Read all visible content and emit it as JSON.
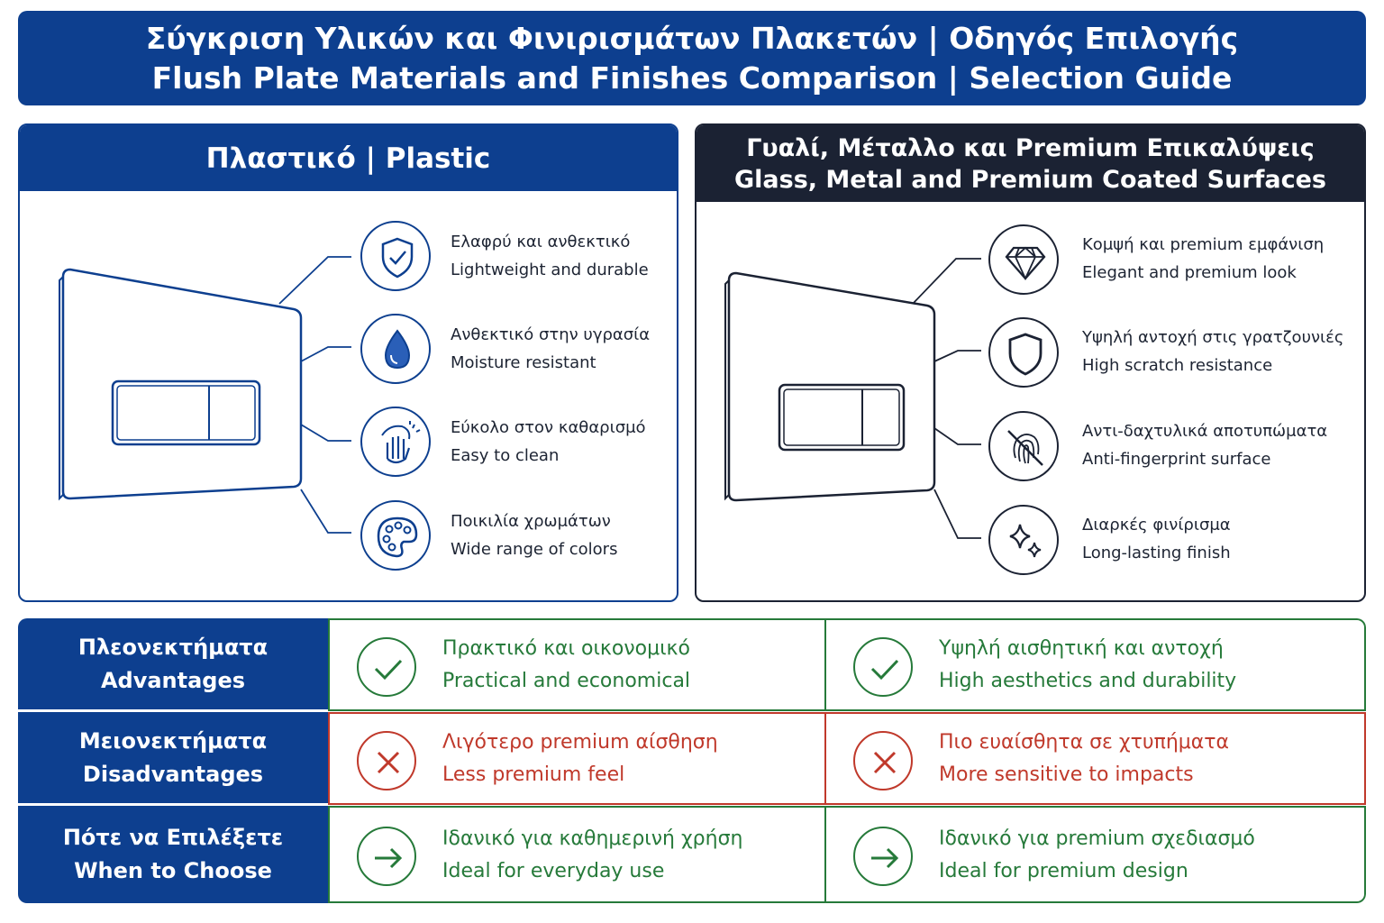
{
  "title": {
    "line1": "Σύγκριση Υλικών και Φινιρισμάτων Πλακετών | Οδηγός Επιλογής",
    "line2": "Flush Plate Materials and Finishes Comparison | Selection Guide"
  },
  "colors": {
    "primary_blue": "#0d3f8f",
    "dark_navy": "#1b2233",
    "positive_green": "#267a3a",
    "negative_red": "#c0392b"
  },
  "plastic_panel": {
    "header": "Πλαστικό | Plastic",
    "features": [
      {
        "icon": "shield-check-icon",
        "el": "Ελαφρύ και ανθεκτικό",
        "en": "Lightweight and durable"
      },
      {
        "icon": "water-drop-icon",
        "el": "Ανθεκτικό στην υγρασία",
        "en": "Moisture resistant"
      },
      {
        "icon": "hand-cleaning-icon",
        "el": "Εύκολο στον καθαρισμό",
        "en": "Easy to clean"
      },
      {
        "icon": "color-palette-icon",
        "el": "Ποικιλία χρωμάτων",
        "en": "Wide range of colors"
      }
    ]
  },
  "premium_panel": {
    "header_line1": "Γυαλί, Μέταλλο και Premium Επικαλύψεις",
    "header_line2": "Glass, Metal and Premium Coated Surfaces",
    "features": [
      {
        "icon": "diamond-icon",
        "el": "Κομψή και premium εμφάνιση",
        "en": "Elegant and premium look"
      },
      {
        "icon": "shield-icon",
        "el": "Υψηλή αντοχή στις γρατζουνιές",
        "en": "High scratch resistance"
      },
      {
        "icon": "no-fingerprint-icon",
        "el": "Αντι-δαχτυλικά αποτυπώματα",
        "en": "Anti-fingerprint surface"
      },
      {
        "icon": "sparkle-icon",
        "el": "Διαρκές φινίρισμα",
        "en": "Long-lasting finish"
      }
    ]
  },
  "comparison": {
    "rows": [
      {
        "label_el": "Πλεονεκτήματα",
        "label_en": "Advantages",
        "icon": "checkmark-icon",
        "plastic": {
          "el": "Πρακτικό και οικονομικό",
          "en": "Practical and economical"
        },
        "premium": {
          "el": "Υψηλή αισθητική και αντοχή",
          "en": "High aesthetics and durability"
        }
      },
      {
        "label_el": "Μειονεκτήματα",
        "label_en": "Disadvantages",
        "icon": "x-mark-icon",
        "plastic": {
          "el": "Λιγότερο premium αίσθηση",
          "en": "Less premium feel"
        },
        "premium": {
          "el": "Πιο ευαίσθητα σε χτυπήματα",
          "en": "More sensitive to impacts"
        }
      },
      {
        "label_el": "Πότε να Επιλέξετε",
        "label_en": "When to Choose",
        "icon": "arrow-right-icon",
        "plastic": {
          "el": "Ιδανικό για καθημερινή χρήση",
          "en": "Ideal for everyday use"
        },
        "premium": {
          "el": "Ιδανικό για premium σχεδιασμό",
          "en": "Ideal for premium design"
        }
      }
    ]
  }
}
